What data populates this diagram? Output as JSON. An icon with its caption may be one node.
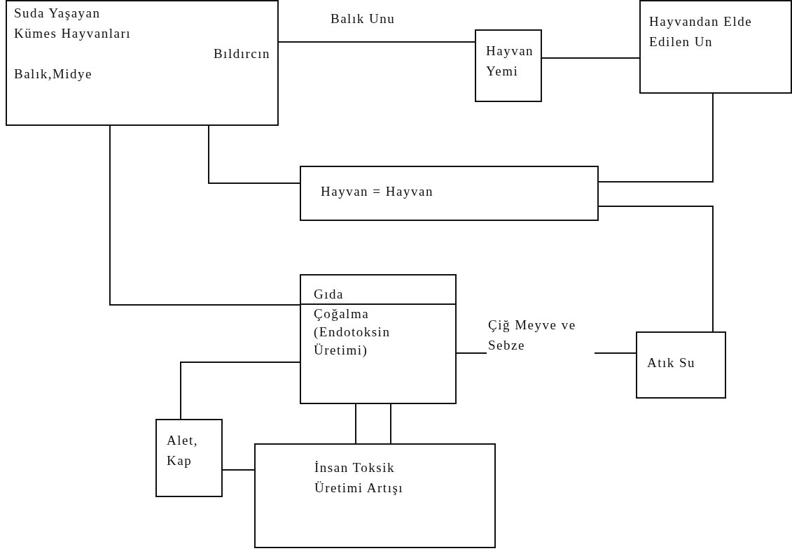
{
  "diagram": {
    "nodes": [
      {
        "text": [
          "Suda Yaşayan",
          "Kümes Hayvanları",
          "Bıldırcın",
          "Balık,Midye"
        ]
      },
      {
        "text": [
          "Hayvan Yemi"
        ]
      },
      {
        "text": [
          "Hayvandan Elde Edilen Un"
        ]
      },
      {
        "text": [
          "Hayvan = Hayvan"
        ]
      },
      {
        "text": [
          "Gıda",
          "Çoğalma (Endotoksin Üretimi)"
        ]
      },
      {
        "text": [
          "Atık Su"
        ]
      },
      {
        "text": [
          "Alet, Kap"
        ]
      },
      {
        "text": [
          "İnsan Toksik Üretimi Artışı"
        ]
      }
    ],
    "edges": [
      {
        "from": 0,
        "to": 1,
        "arrow": "none",
        "label": "Balık Unu"
      },
      {
        "from": 1,
        "to": 2,
        "arrow": "none"
      },
      {
        "from": 2,
        "to": 3,
        "arrow": "none"
      },
      {
        "from": 0,
        "to": 3,
        "arrow": "none"
      },
      {
        "from": 3,
        "to": 5,
        "arrow": "none"
      },
      {
        "from": 0,
        "to": 4,
        "arrow": "none"
      },
      {
        "from": 4,
        "to": 5,
        "arrow": "none",
        "label": "Çiğ Meyve ve Sebze"
      },
      {
        "from": 4,
        "to": 6,
        "arrow": "none"
      },
      {
        "from": 4,
        "to": 7,
        "arrow": "none"
      },
      {
        "from": 4,
        "to": 7,
        "arrow": "none"
      },
      {
        "from": 6,
        "to": 7,
        "arrow": "none"
      }
    ]
  }
}
